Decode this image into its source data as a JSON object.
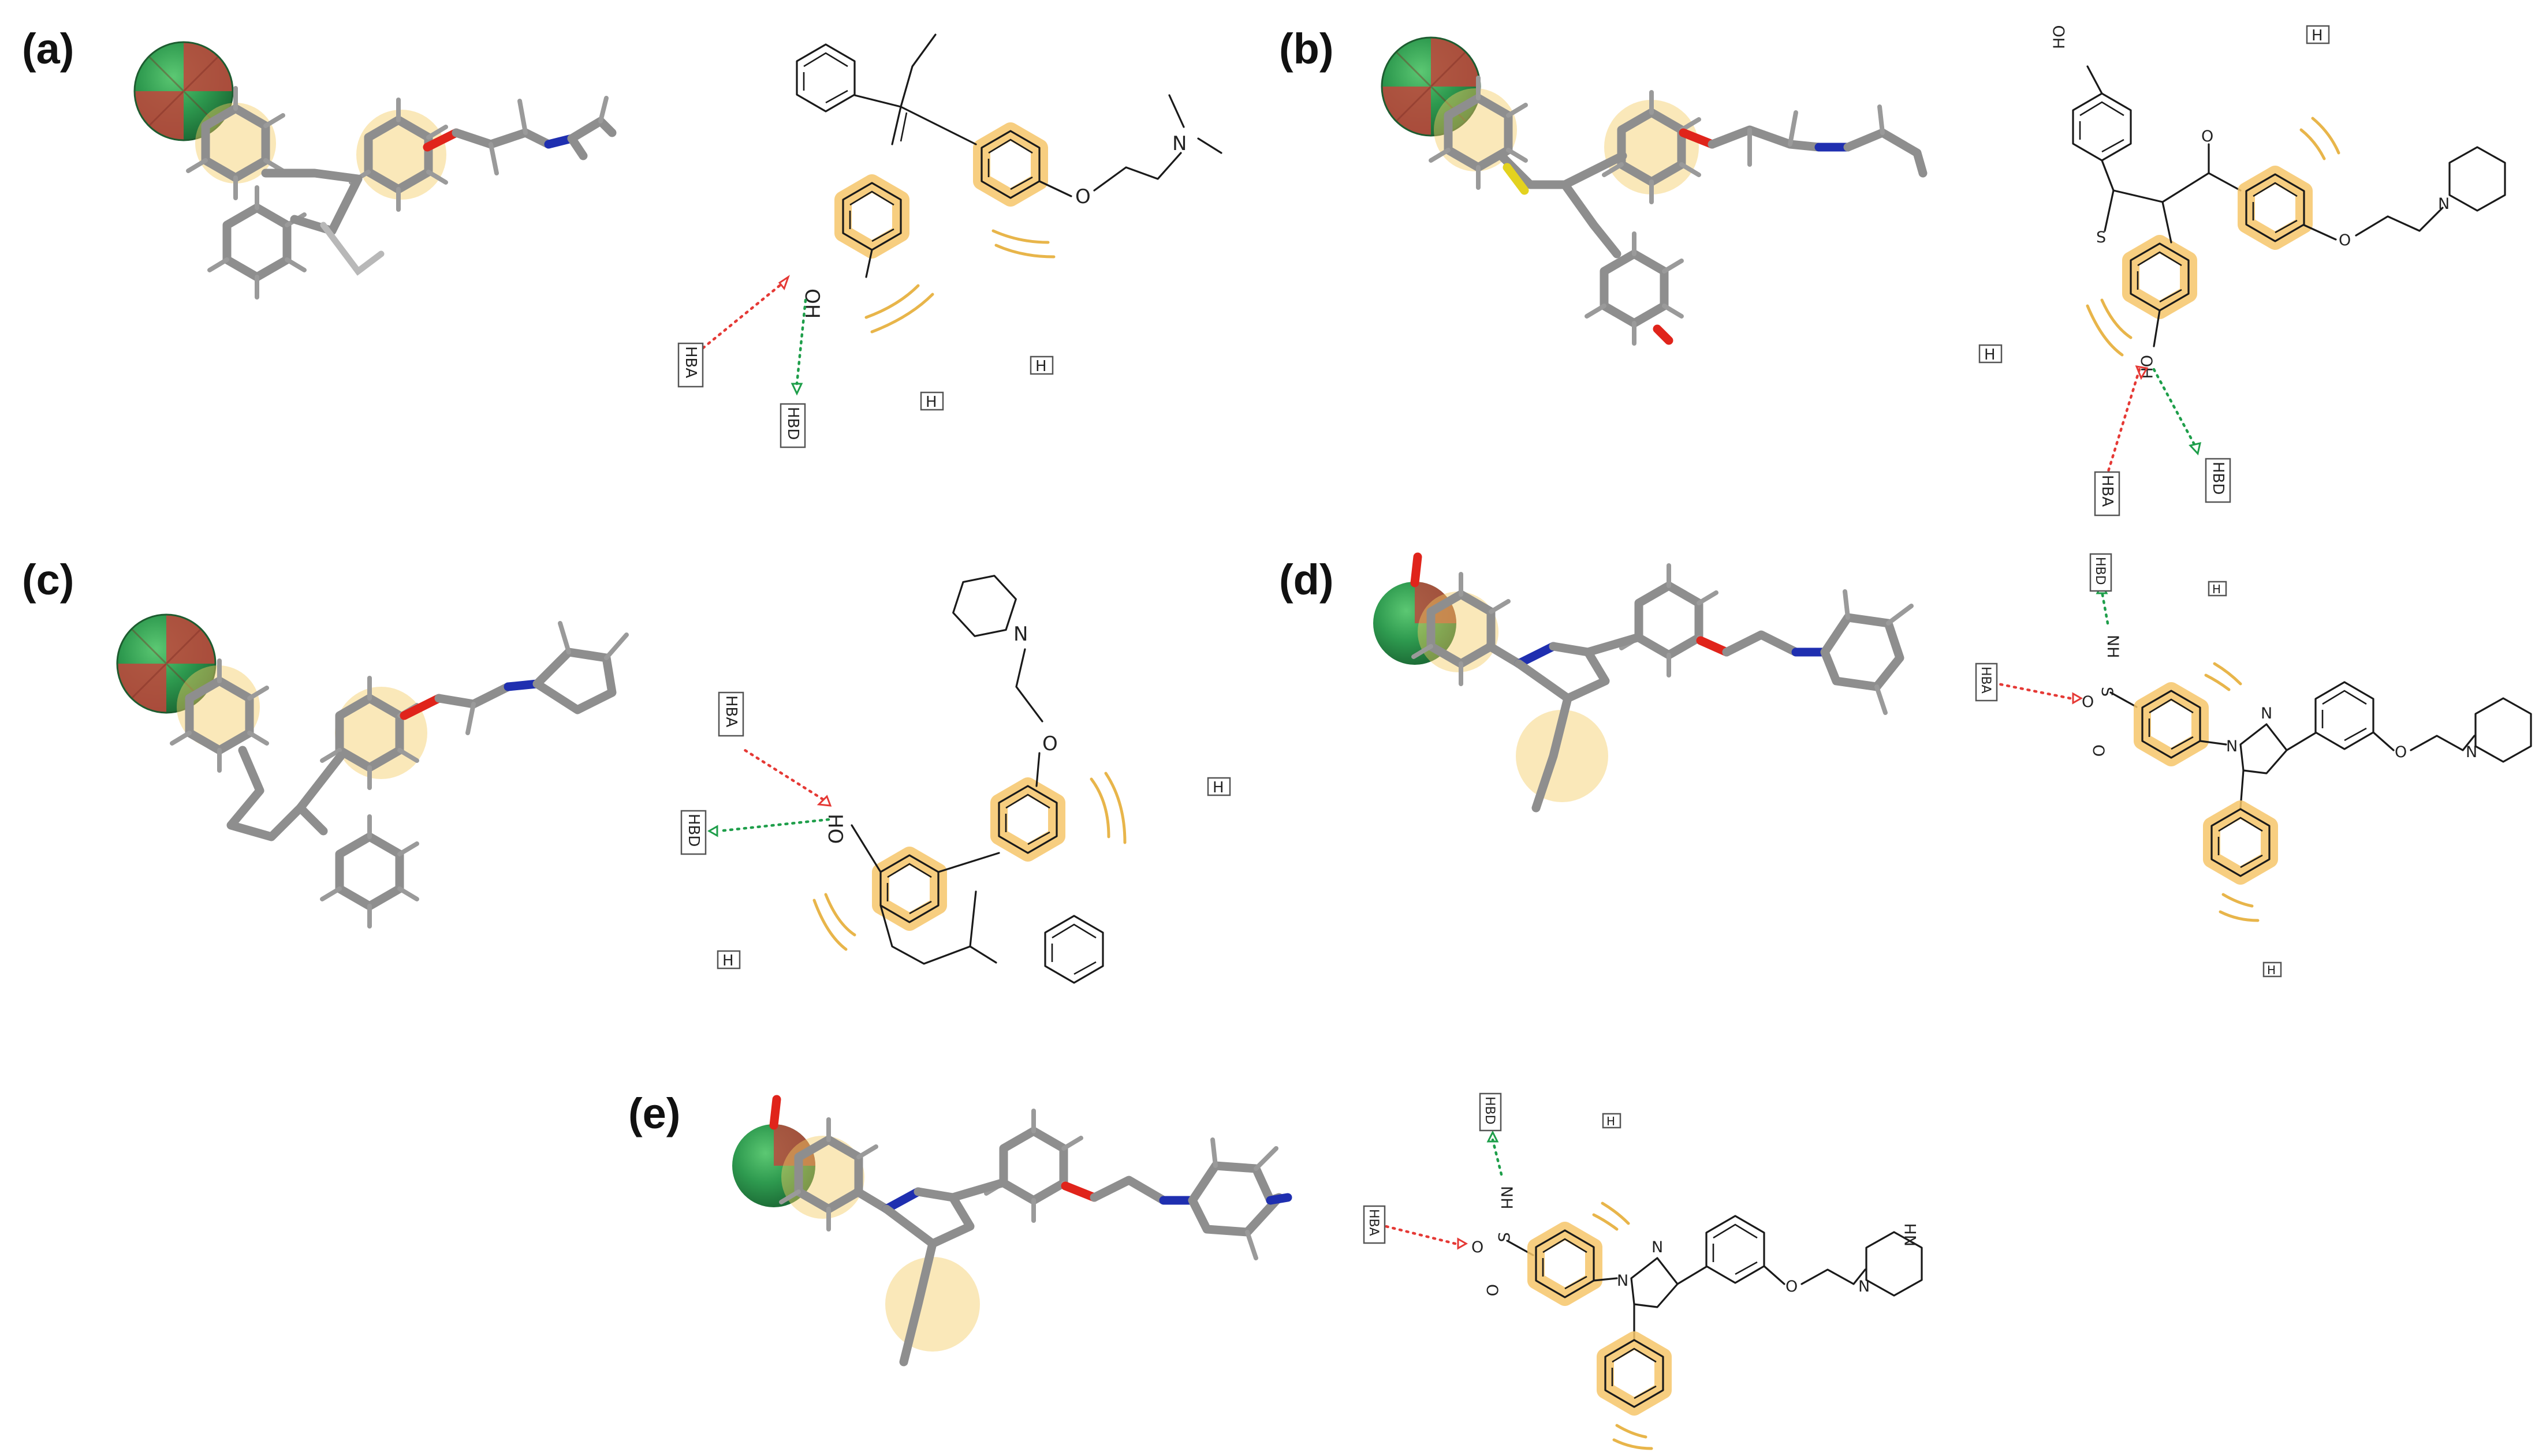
{
  "panels": [
    {
      "id": "a",
      "label": "(a)"
    },
    {
      "id": "b",
      "label": "(b)"
    },
    {
      "id": "c",
      "label": "(c)"
    },
    {
      "id": "d",
      "label": "(d)"
    },
    {
      "id": "e",
      "label": "(e)"
    }
  ],
  "atoms": {
    "o": "O",
    "n": "N",
    "s": "S",
    "ho": "HO",
    "oh": "OH",
    "h": "H",
    "nh": "NH"
  },
  "features": {
    "hba": "HBA",
    "hbd": "HBD",
    "hydrophobic": "H"
  },
  "colors": {
    "aromatic": "#f6c66a",
    "hba": "#e53935",
    "hbd": "#1e9e4a",
    "carbon_stick": "#8e8e8e",
    "oxygen": "#e0241b",
    "nitrogen": "#1f2fb0",
    "sulfur": "#e3d21f",
    "sphere_red": "#c2453c",
    "sphere_green": "#2e9a4f"
  }
}
